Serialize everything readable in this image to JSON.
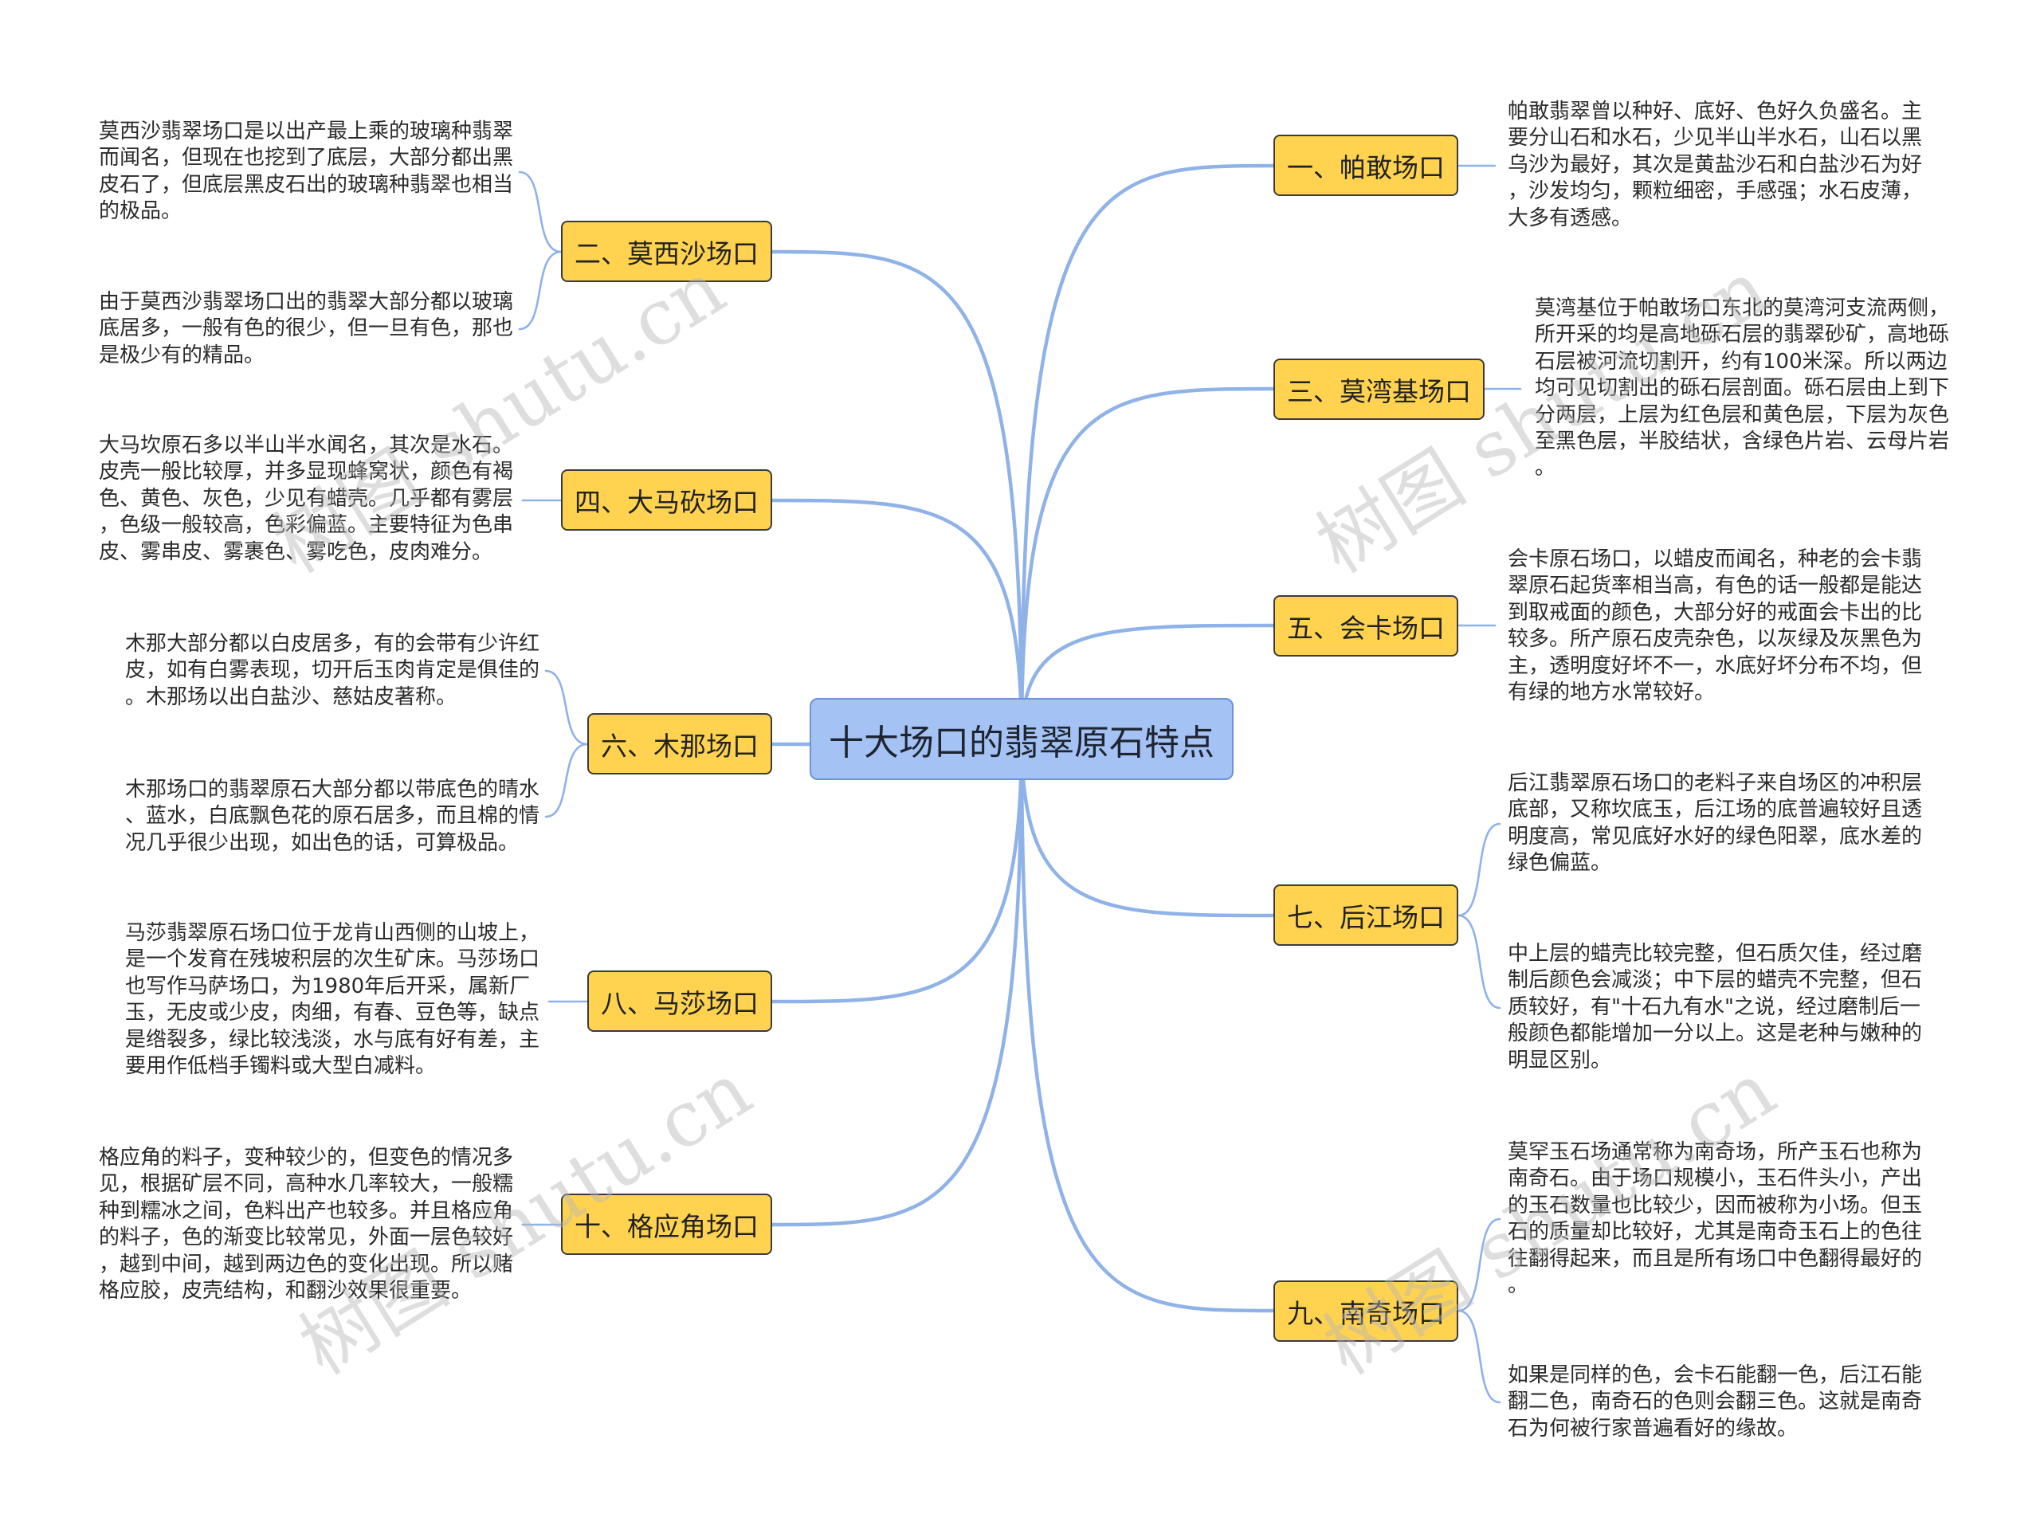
{
  "title": "十大场口的翡翠原石特点",
  "watermark": "树图 shutu.cn",
  "colors": {
    "background": "#ffffff",
    "text": "#2b2b2b",
    "central_fill": "#a4c2f4",
    "central_border": "#6d94d6",
    "branch_fill": "#ffd34f",
    "branch_border": "#3b3b3b",
    "connector": "#8fb2e8",
    "watermark": "#b8b8b8"
  },
  "right_branches": [
    {
      "label": "一、帕敢场口",
      "notes": [
        {
          "lines": [
            "帕敢翡翠曾以种好、底好、色好久负盛名。主",
            "要分山石和水石，少见半山半水石，山石以黑",
            "乌沙为最好，其次是黄盐沙石和白盐沙石为好",
            "，沙发均匀，颗粒细密，手感强；水石皮薄，",
            "大多有透感。"
          ]
        }
      ]
    },
    {
      "label": "三、莫湾基场口",
      "notes": [
        {
          "lines": [
            "莫湾基位于帕敢场口东北的莫湾河支流两侧，",
            "所开采的均是高地砾石层的翡翠砂矿，高地砾",
            "石层被河流切割开，约有100米深。所以两边",
            "均可见切割出的砾石层剖面。砾石层由上到下",
            "分两层，上层为红色层和黄色层，下层为灰色",
            "至黑色层，半胶结状，含绿色片岩、云母片岩",
            "。"
          ]
        }
      ]
    },
    {
      "label": "五、会卡场口",
      "notes": [
        {
          "lines": [
            "会卡原石场口，以蜡皮而闻名，种老的会卡翡",
            "翠原石起货率相当高，有色的话一般都是能达",
            "到取戒面的颜色，大部分好的戒面会卡出的比",
            "较多。所产原石皮壳杂色，以灰绿及灰黑色为",
            "主，透明度好坏不一，水底好坏分布不均，但",
            "有绿的地方水常较好。"
          ]
        }
      ]
    },
    {
      "label": "七、后江场口",
      "notes": [
        {
          "lines": [
            "后江翡翠原石场口的老料子来自场区的冲积层",
            "底部，又称坎底玉，后江场的底普遍较好且透",
            "明度高，常见底好水好的绿色阳翠，底水差的",
            "绿色偏蓝。"
          ]
        },
        {
          "lines": [
            "中上层的蜡壳比较完整，但石质欠佳，经过磨",
            "制后颜色会减淡；中下层的蜡壳不完整，但石",
            "质较好，有\"十石九有水\"之说，经过磨制后一",
            "般颜色都能增加一分以上。这是老种与嫩种的",
            "明显区别。"
          ]
        }
      ]
    },
    {
      "label": "九、南奇场口",
      "notes": [
        {
          "lines": [
            "莫罕玉石场通常称为南奇场，所产玉石也称为",
            "南奇石。由于场口规模小，玉石件头小，产出",
            "的玉石数量也比较少，因而被称为小场。但玉",
            "石的质量却比较好，尤其是南奇玉石上的色往",
            "往翻得起来，而且是所有场口中色翻得最好的",
            "。"
          ]
        },
        {
          "lines": [
            "如果是同样的色，会卡石能翻一色，后江石能",
            "翻二色，南奇石的色则会翻三色。这就是南奇",
            "石为何被行家普遍看好的缘故。"
          ]
        }
      ]
    }
  ],
  "left_branches": [
    {
      "label": "二、莫西沙场口",
      "notes": [
        {
          "lines": [
            "莫西沙翡翠场口是以出产最上乘的玻璃种翡翠",
            "而闻名，但现在也挖到了底层，大部分都出黑",
            "皮石了，但底层黑皮石出的玻璃种翡翠也相当",
            "的极品。"
          ]
        },
        {
          "lines": [
            "由于莫西沙翡翠场口出的翡翠大部分都以玻璃",
            "底居多，一般有色的很少，但一旦有色，那也",
            "是极少有的精品。"
          ]
        }
      ]
    },
    {
      "label": "四、大马砍场口",
      "notes": [
        {
          "lines": [
            "大马坎原石多以半山半水闻名，其次是水石。",
            "皮壳一般比较厚，并多显现蜂窝状，颜色有褐",
            "色、黄色、灰色，少见有蜡壳。几乎都有雾层",
            "，色级一般较高，色彩偏蓝。主要特征为色串",
            "皮、雾串皮、雾裹色、雾吃色，皮肉难分。"
          ]
        }
      ]
    },
    {
      "label": "六、木那场口",
      "notes": [
        {
          "lines": [
            "木那大部分都以白皮居多，有的会带有少许红",
            "皮，如有白雾表现，切开后玉肉肯定是俱佳的",
            "。木那场以出白盐沙、慈姑皮著称。"
          ]
        },
        {
          "lines": [
            "木那场口的翡翠原石大部分都以带底色的晴水",
            "、蓝水，白底飘色花的原石居多，而且棉的情",
            "况几乎很少出现，如出色的话，可算极品。"
          ]
        }
      ]
    },
    {
      "label": "八、马莎场口",
      "notes": [
        {
          "lines": [
            "马莎翡翠原石场口位于龙肯山西侧的山坡上，",
            "是一个发育在残坡积层的次生矿床。马莎场口",
            "也写作马萨场口，为1980年后开采，属新厂",
            "玉，无皮或少皮，肉细，有春、豆色等，缺点",
            "是绺裂多，绿比较浅淡，水与底有好有差，主",
            "要用作低档手镯料或大型白减料。"
          ]
        }
      ]
    },
    {
      "label": "十、格应角场口",
      "notes": [
        {
          "lines": [
            "格应角的料子，变种较少的，但变色的情况多",
            "见，根据矿层不同，高种水几率较大，一般糯",
            "种到糯冰之间，色料出产也较多。并且格应角",
            "的料子，色的渐变比较常见，外面一层色较好",
            "，越到中间，越到两边色的变化出现。所以赌",
            "格应胶，皮壳结构，和翻沙效果很重要。"
          ]
        }
      ]
    }
  ]
}
